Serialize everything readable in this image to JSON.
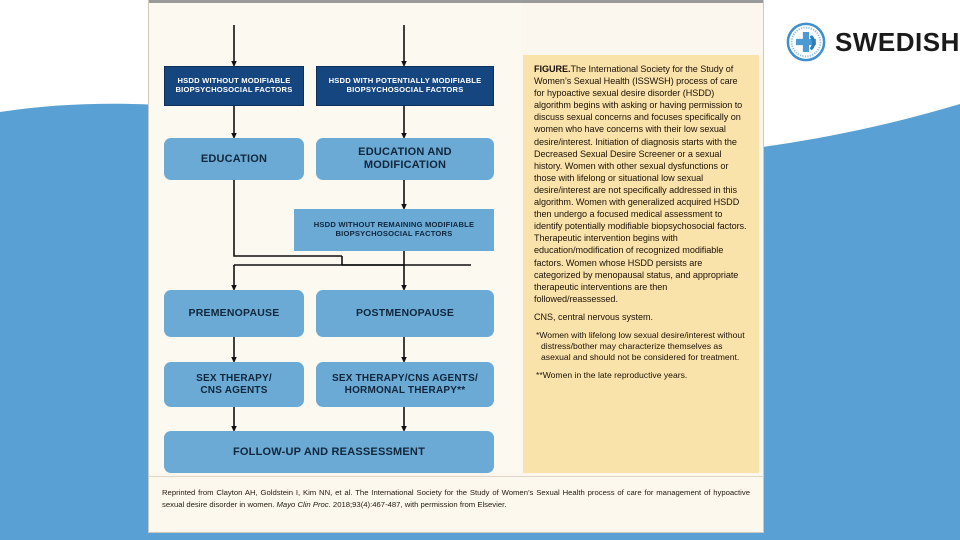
{
  "brand": {
    "name": "SWEDISH",
    "logo_icon": "swedish-circle-cross-logo",
    "accent": "#4a9ad4"
  },
  "slide": {
    "background_color": "#ffffff",
    "wave_color": "#59a0d4"
  },
  "figure": {
    "panel_background": "#fbf7ee",
    "flow_background": "#fcf9f1",
    "colors": {
      "dark_node": "#16467f",
      "light_node": "#6aaad4",
      "caption_background": "#fae3ab",
      "connector": "#111111"
    },
    "nodes": [
      {
        "id": "hsdd-without-modifiable",
        "style": "dark",
        "lines": [
          "HSDD WITHOUT MODIFIABLE",
          "BIOPSYCHOSOCIAL FACTORS"
        ]
      },
      {
        "id": "hsdd-with-potentially-modifiable",
        "style": "dark",
        "lines": [
          "HSDD WITH POTENTIALLY MODIFIABLE",
          "BIOPSYCHOSOCIAL FACTORS"
        ]
      },
      {
        "id": "education",
        "style": "light",
        "lines": [
          "EDUCATION"
        ]
      },
      {
        "id": "education-and-modification",
        "style": "light",
        "lines": [
          "EDUCATION AND MODIFICATION"
        ]
      },
      {
        "id": "hsdd-without-remaining-modifiable",
        "style": "mid",
        "lines": [
          "HSDD WITHOUT REMAINING MODIFIABLE",
          "BIOPSYCHOSOCIAL FACTORS"
        ]
      },
      {
        "id": "premenopause",
        "style": "light",
        "lines": [
          "PREMENOPAUSE"
        ]
      },
      {
        "id": "postmenopause",
        "style": "light",
        "lines": [
          "POSTMENOPAUSE"
        ]
      },
      {
        "id": "sex-therapy-cns-agents",
        "style": "light",
        "lines": [
          "SEX THERAPY/",
          "CNS AGENTS"
        ]
      },
      {
        "id": "sex-therapy-cns-hormonal",
        "style": "light",
        "lines": [
          "SEX THERAPY/CNS AGENTS/",
          "HORMONAL THERAPY**"
        ]
      },
      {
        "id": "follow-up-and-reassessment",
        "style": "light",
        "lines": [
          "FOLLOW-UP AND REASSESSMENT"
        ]
      }
    ],
    "caption": {
      "label": "FIGURE.",
      "body": "The International Society for the Study of Women’s Sexual Health (ISSWSH) process of care for hypoactive sexual desire disorder (HSDD) algorithm begins with asking or having permission to discuss sexual concerns and focuses specifically on women who have concerns with their low sexual desire/interest. Initiation of diagnosis starts with the Decreased Sexual Desire Screener or a sexual history. Women with other sexual dysfunctions or those with lifelong or situational low sexual desire/interest are not specifically addressed in this algorithm. Women with generalized acquired HSDD then undergo a focused medical assessment to identify potentially modifiable biopsychosocial factors. Therapeutic intervention begins with education/modification of recognized modifiable factors. Women whose HSDD persists are categorized by menopausal status, and appropriate therapeutic interventions are then followed/reassessed.",
      "abbreviation": "CNS, central nervous system.",
      "footnote_1": "*Women with lifelong low sexual desire/interest without distress/bother may characterize themselves as asexual and should not be considered for treatment.",
      "footnote_2": "**Women in the late reproductive years."
    },
    "citation": {
      "prefix": "Reprinted from Clayton AH, Goldstein I, Kim NN, et al. The International Society for the Study of Women’s Sexual Health process of care for management of hypoactive sexual desire disorder in women. ",
      "journal": "Mayo Clin Proc.",
      "suffix": " 2018;93(4):467-487, with permission from Elsevier."
    }
  }
}
